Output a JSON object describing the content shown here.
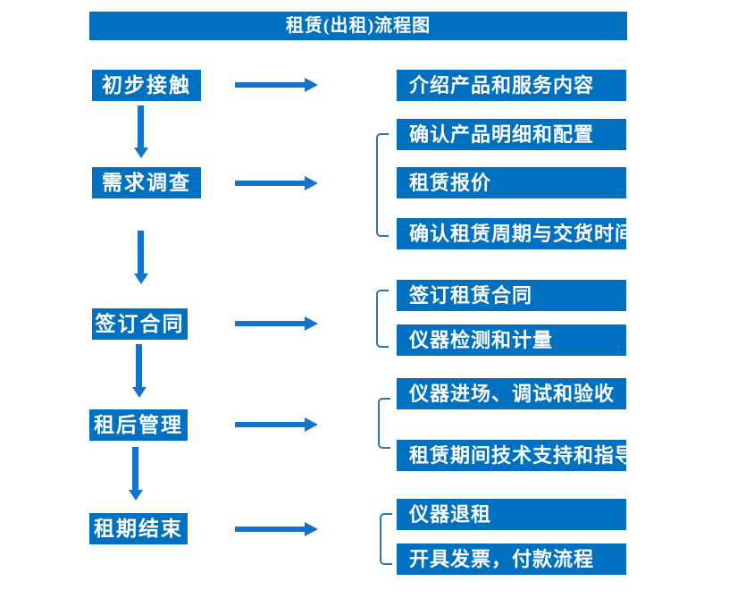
{
  "title": "租赁(出租)流程图",
  "colors": {
    "box_blue": "#0070c0",
    "arrow_blue": "#1474cc",
    "bracket_blue": "#2e75b6",
    "text_white": "#ffffff",
    "background": "#ffffff"
  },
  "flow": [
    {
      "step": "初步接触",
      "details": [
        "介绍产品和服务内容"
      ]
    },
    {
      "step": "需求调查",
      "details": [
        "确认产品明细和配置",
        "租赁报价",
        "确认租赁周期与交货时间"
      ]
    },
    {
      "step": "签订合同",
      "details": [
        "签订租赁合同",
        "仪器检测和计量"
      ]
    },
    {
      "step": "租后管理",
      "details": [
        "仪器进场、调试和验收",
        "租赁期间技术支持和指导"
      ]
    },
    {
      "step": "租期结束",
      "details": [
        "仪器退租",
        "开具发票，付款流程"
      ]
    }
  ]
}
